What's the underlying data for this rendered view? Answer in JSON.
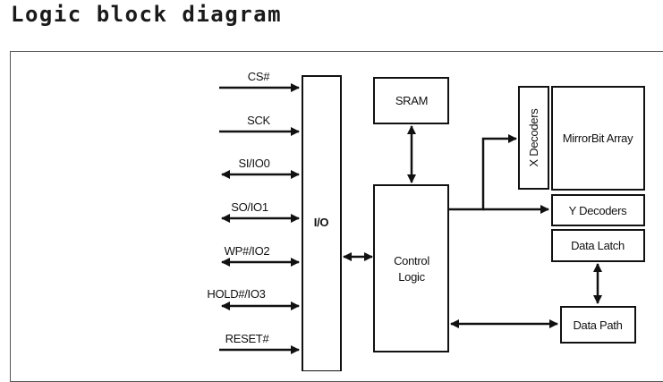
{
  "title": "Logic block diagram",
  "signals": [
    "CS#",
    "SCK",
    "SI/IO0",
    "SO/IO1",
    "WP#/IO2",
    "HOLD#/IO3",
    "RESET#"
  ],
  "blocks": {
    "io": "I/O",
    "sram": "SRAM",
    "control_logic_line1": "Control",
    "control_logic_line2": "Logic",
    "x_decoders": "X Decoders",
    "mirrorbit_array": "MirrorBit Array",
    "y_decoders": "Y Decoders",
    "data_latch": "Data Latch",
    "data_path": "Data Path"
  }
}
